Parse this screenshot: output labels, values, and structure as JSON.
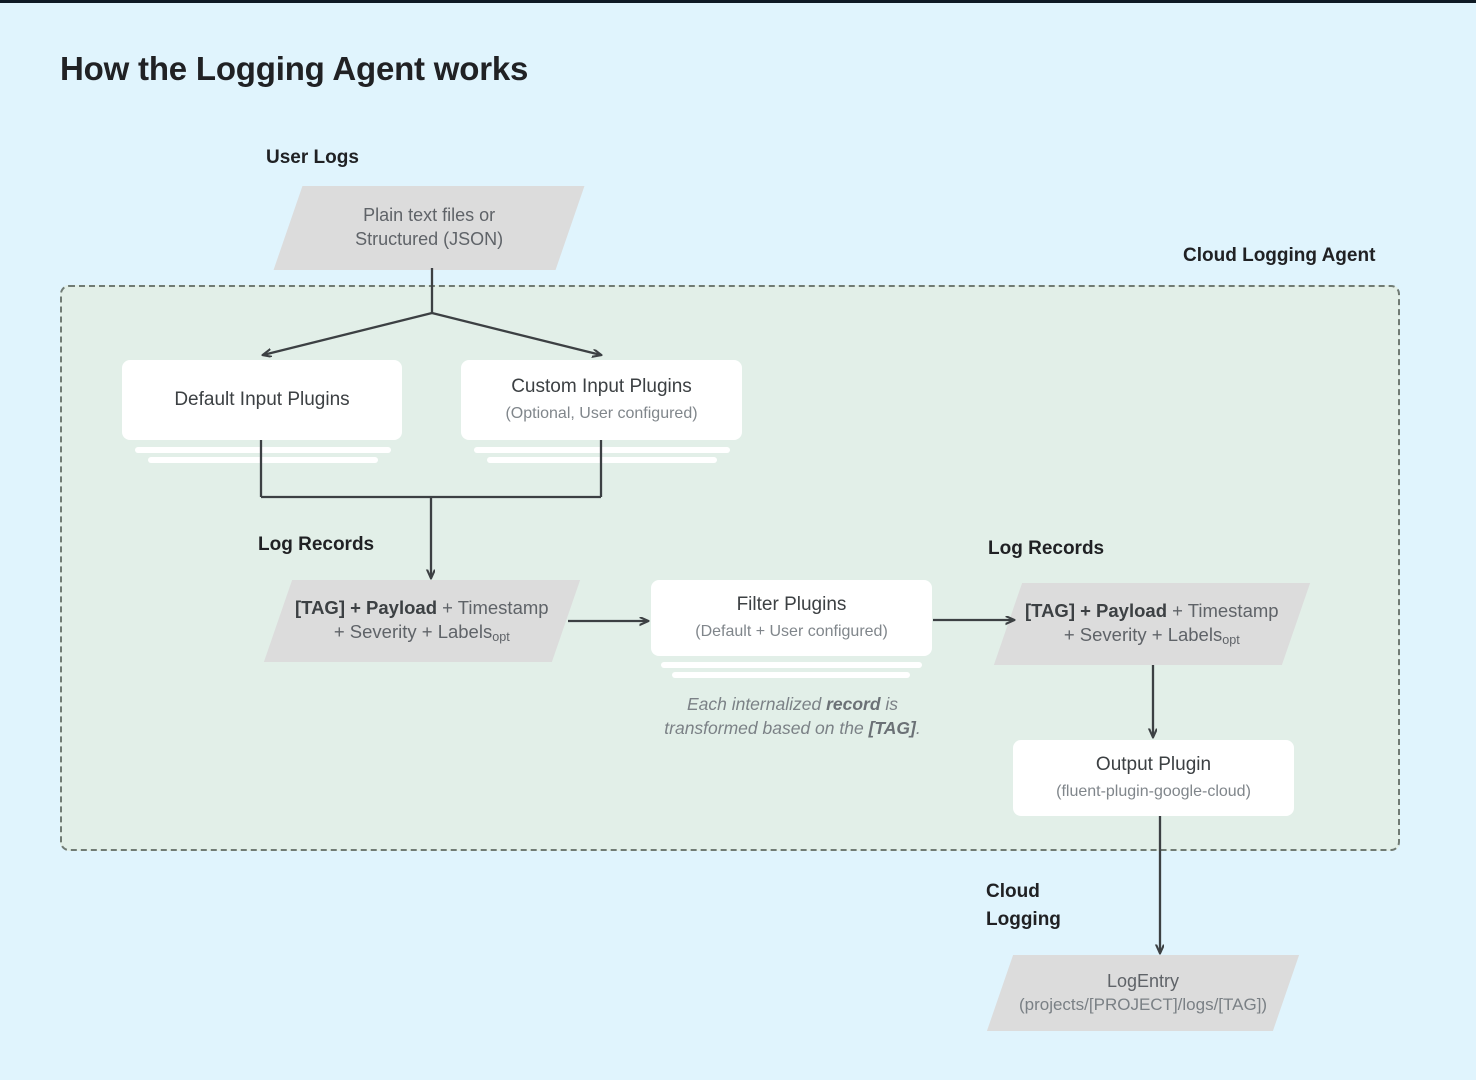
{
  "page": {
    "title": "How the Logging Agent works",
    "background_color": "#e0f4fd",
    "agent_panel_color": "#e2efe8",
    "node_grey": "#dcdcdc",
    "text_color": "#3c4043"
  },
  "captions": {
    "user_logs": "User Logs",
    "cloud_logging_agent": "Cloud Logging Agent",
    "log_records_left": "Log Records",
    "log_records_right": "Log Records",
    "cloud_logging": "Cloud\nLogging"
  },
  "nodes": {
    "user_logs_source": {
      "shape": "parallelogram",
      "line1": "Plain text files or",
      "line2": "Structured (JSON)"
    },
    "default_input_plugins": {
      "shape": "card",
      "title": "Default Input Plugins",
      "subtitle": ""
    },
    "custom_input_plugins": {
      "shape": "card",
      "title": "Custom Input Plugins",
      "subtitle": "(Optional, User configured)"
    },
    "log_record_left": {
      "shape": "parallelogram",
      "bold_part": "[TAG] + Payload",
      "rest_line1": " + Timestamp",
      "line2_prefix": "+ Severity + Labels",
      "line2_subscript": "opt"
    },
    "filter_plugins": {
      "shape": "card",
      "title": "Filter Plugins",
      "subtitle": "(Default + User configured)"
    },
    "log_record_right": {
      "shape": "parallelogram",
      "bold_part": "[TAG] + Payload",
      "rest_line1": " + Timestamp",
      "line2_prefix": "+ Severity + Labels",
      "line2_subscript": "opt"
    },
    "output_plugin": {
      "shape": "card",
      "title": "Output Plugin",
      "subtitle": "(fluent-plugin-google-cloud)"
    },
    "log_entry": {
      "shape": "parallelogram",
      "title": "LogEntry",
      "subtitle": "(projects/[PROJECT]/logs/[TAG])"
    }
  },
  "annotations": {
    "transform_note_part1": "Each internalized ",
    "transform_note_bold1": "record",
    "transform_note_part2": " is transformed based on the ",
    "transform_note_bold2": "[TAG]",
    "transform_note_part3": "."
  }
}
